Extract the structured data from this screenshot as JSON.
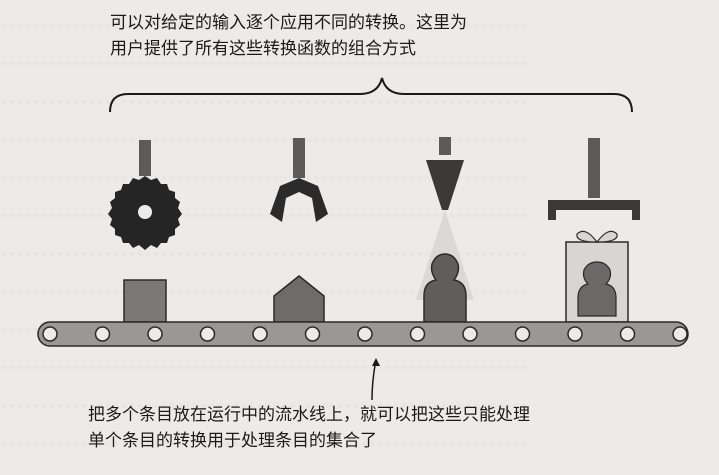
{
  "background_text": [
    "…………………………………………………………",
    "…………………………………………………………",
    "…………………………………………………………",
    "…………………………………………………………",
    "…………………………………………………………",
    "…………………………………………………………",
    "…………………………………………………………",
    "…………………………………………………………",
    "…………………………………………………………",
    "…………………………………………………………",
    "…………………………………………………………",
    "…………………………………………………………"
  ],
  "top_caption": {
    "line1": "可以对给定的输入逐个应用不同的转换。这里为",
    "line2": "用户提供了所有这些转换函数的组合方式"
  },
  "bottom_caption": {
    "line1": "把多个条目放在运行中的流水线上，就可以把这些只能处理",
    "line2": "单个条目的转换用于处理条目的集合了"
  },
  "stages": [
    {
      "tool": "saw-blade",
      "item": "square-block"
    },
    {
      "tool": "grabber-claw",
      "item": "house-shape"
    },
    {
      "tool": "spray-nozzle",
      "item": "painted-figure"
    },
    {
      "tool": "gift-press",
      "item": "wrapped-gift-figure"
    }
  ],
  "colors": {
    "ink": "#1a1a1a",
    "gray": "#6f6e6d",
    "belt": "#9a9896",
    "block": "#7a7977",
    "light": "#d8d6d3"
  }
}
